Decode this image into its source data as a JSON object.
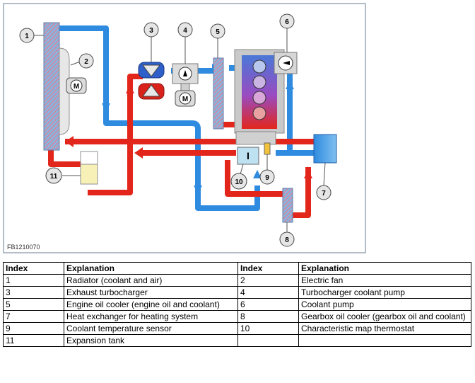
{
  "figure": {
    "code": "FB1210070",
    "callouts": [
      "1",
      "2",
      "3",
      "4",
      "5",
      "6",
      "7",
      "8",
      "9",
      "10",
      "11"
    ],
    "colors": {
      "hot": "#e2261c",
      "cold": "#2f8be0",
      "frame": "#9aa7b5",
      "tank": "#f7f1b8",
      "radiator": "#7fa9d8",
      "component": "#cfcfcf"
    }
  },
  "table": {
    "headers": [
      "Index",
      "Explanation",
      "Index",
      "Explanation"
    ],
    "rows": [
      [
        "1",
        "Radiator (coolant and air)",
        "2",
        "Electric fan"
      ],
      [
        "3",
        "Exhaust turbocharger",
        "4",
        "Turbocharger coolant pump"
      ],
      [
        "5",
        "Engine oil cooler (engine oil and coolant)",
        "6",
        "Coolant pump"
      ],
      [
        "7",
        "Heat exchanger for heating system",
        "8",
        "Gearbox oil cooler (gearbox oil and coolant)"
      ],
      [
        "9",
        "Coolant temperature sensor",
        "10",
        "Characteristic map thermostat"
      ],
      [
        "11",
        "Expansion tank",
        "",
        ""
      ]
    ]
  }
}
